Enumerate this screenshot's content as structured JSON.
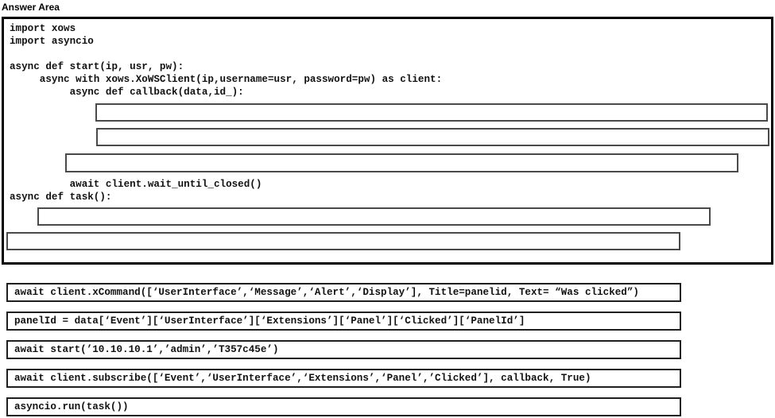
{
  "title": "Answer Area",
  "colors": {
    "text": "#111111",
    "panel_border": "#000000",
    "slot_border": "#4a4a4a",
    "snippet_border": "#1f1f1f",
    "background": "#ffffff"
  },
  "code": {
    "lines": {
      "l1": "import xows",
      "l2": "import asyncio",
      "l3": "",
      "l4": "async def start(ip, usr, pw):",
      "l5": "     async with xows.XoWSClient(ip,username=usr, password=pw) as client:",
      "l6": "          async def callback(data,id_):",
      "l7": "          await client.wait_until_closed()",
      "l8": "async def task():"
    }
  },
  "snippets": {
    "s1": "await client.xCommand([‘UserInterface’,‘Message’,‘Alert’,‘Display’], Title=panelid, Text= “Was clicked”)",
    "s2": "panelId = data[‘Event’][‘UserInterface’][‘Extensions’][‘Panel’][‘Clicked’][‘PanelId’]",
    "s3": "await start(’10.10.10.1’,’admin’,’T357c45e’)",
    "s4": "await client.subscribe([‘Event’,‘UserInterface’,‘Extensions’,‘Panel’,’Clicked’], callback, True)",
    "s5": "asyncio.run(task())"
  }
}
